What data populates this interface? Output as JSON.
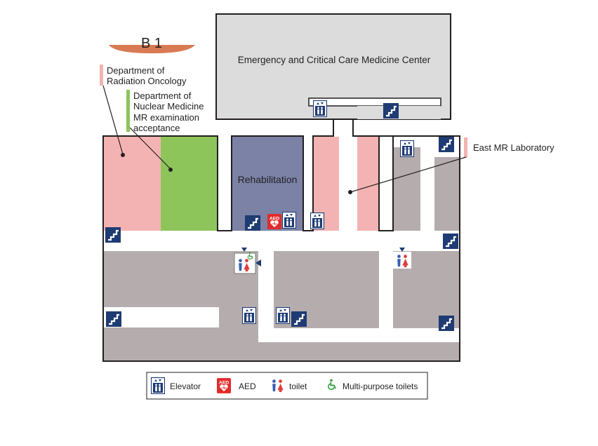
{
  "floor": {
    "label": "B 1"
  },
  "areas": {
    "emergency": "Emergency and Critical Care Medicine Center",
    "rehabilitation": "Rehabilitation"
  },
  "callouts": {
    "radiation_oncology": [
      "Department of",
      "Radiation Oncology"
    ],
    "nuclear_medicine": [
      "Department of",
      "Nuclear Medicine",
      "MR examination",
      "acceptance"
    ],
    "east_mr": "East MR Laboratory"
  },
  "legend": {
    "elevator": "Elevator",
    "aed": "AED",
    "toilet": "toilet",
    "multipurpose": "Multi-purpose toilets"
  },
  "icons": {
    "elevator": "elevator-icon",
    "stairs": "stairs-icon",
    "aed": "aed-icon",
    "toilet": "toilet-icon",
    "wheelchair": "wheelchair-icon",
    "entrance_arrow": "entrance-arrow-icon"
  },
  "aed_badge": "AED",
  "colors": {
    "pink": "#f4b3b3",
    "green": "#8dc55a",
    "rehab": "#7b82a6",
    "gray_room": "#b5adad",
    "emergency_gray": "#dcdcdc",
    "navy": "#1f3b73",
    "aed_red": "#e32a2a",
    "ellipse": "#d87b55",
    "toilet_blue": "#3a5db3",
    "toilet_red": "#e23b3b",
    "wheelchair_green": "#2f9a3a"
  }
}
